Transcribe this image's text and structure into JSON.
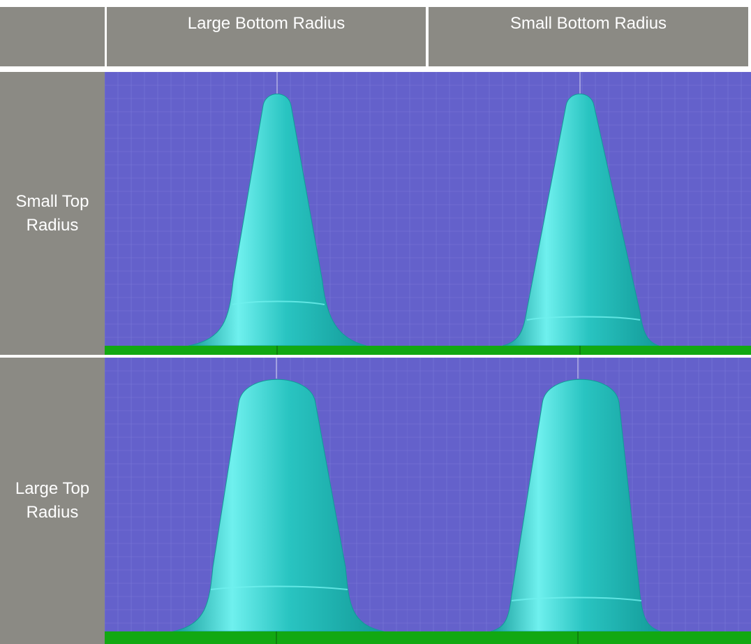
{
  "header": {
    "corner_label": "",
    "columns": [
      {
        "label": "Large Bottom Radius"
      },
      {
        "label": "Small Bottom Radius"
      }
    ]
  },
  "rows": [
    {
      "label_line1": "Small Top",
      "label_line2": "Radius"
    },
    {
      "label_line1": "Large Top",
      "label_line2": "Radius"
    }
  ],
  "colors": {
    "header_bg": "#8b8a84",
    "viewport_bg": "#6461cb",
    "grid_line": "#7a78d8",
    "model_fill": "#29c4c1",
    "model_highlight": "#6ff0ee",
    "model_shadow": "#139a98",
    "ground": "#12a812"
  },
  "cells": [
    {
      "top_radius": "small",
      "bottom_radius": "large"
    },
    {
      "top_radius": "small",
      "bottom_radius": "small"
    },
    {
      "top_radius": "large",
      "bottom_radius": "large"
    },
    {
      "top_radius": "large",
      "bottom_radius": "small"
    }
  ]
}
